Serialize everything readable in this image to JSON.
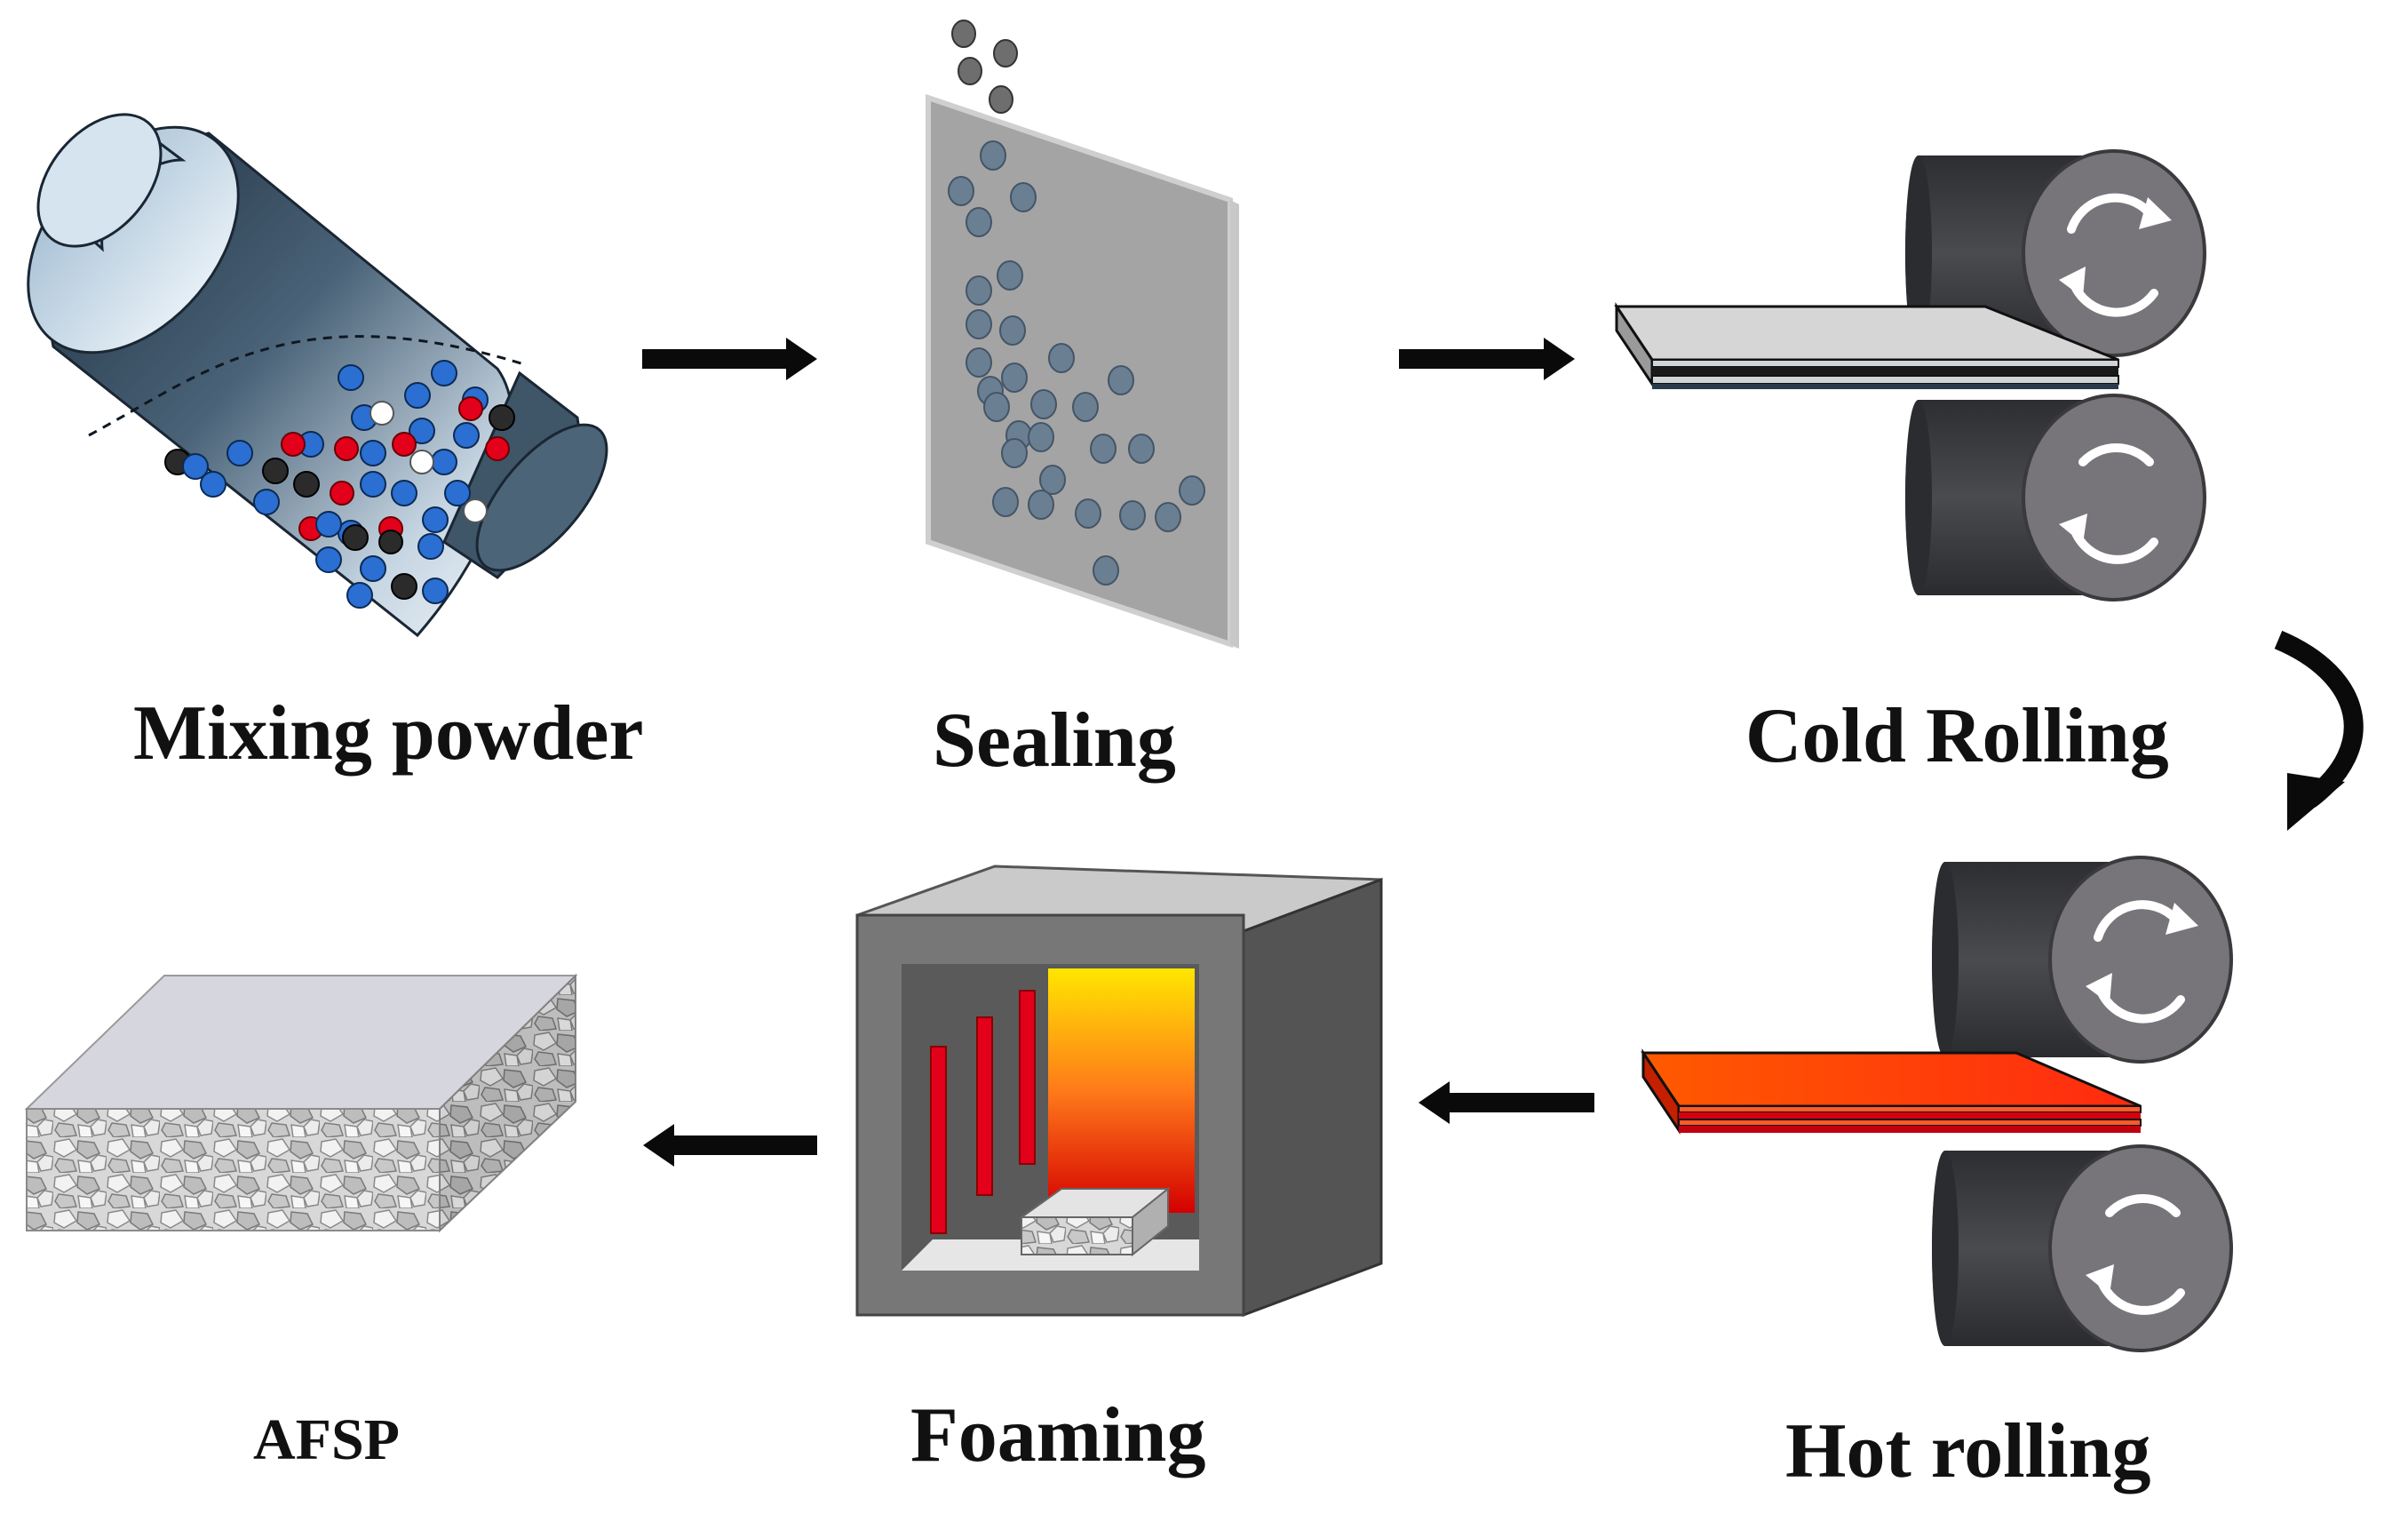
{
  "steps": {
    "mixing": {
      "label": "Mixing powder"
    },
    "sealing": {
      "label": "Sealing"
    },
    "cold_rolling": {
      "label": "Cold Rolling"
    },
    "hot_rolling": {
      "label": "Hot rolling"
    },
    "foaming": {
      "label": "Foaming"
    },
    "afsp": {
      "label": "AFSP"
    }
  },
  "colors": {
    "arrow": "#0a0a0a",
    "drum": "#3b5366",
    "powder_blue": "#2a6fd1",
    "powder_red": "#e3001b",
    "powder_black": "#2b2b2b",
    "sheet_gray": "#a4a4a4",
    "particle_gray": "#6b7f93",
    "roller_dark": "#3a3b3e",
    "roller_face": "#77757a",
    "hot_sheet": "#ff3b00",
    "furnace_body": "#6e6e6e",
    "foam_gray": "#c9c9c9"
  }
}
